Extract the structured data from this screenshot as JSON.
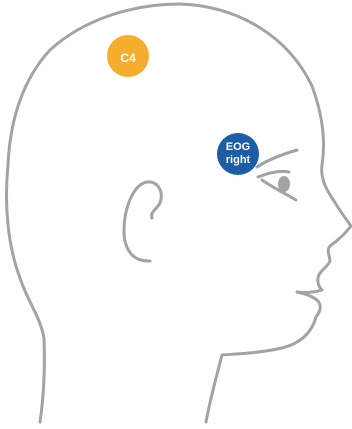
{
  "electrodes": [
    {
      "id": "c4",
      "lines": [
        "C4"
      ],
      "color": "#f4ad2c"
    },
    {
      "id": "eog-right",
      "lines": [
        "EOG",
        "right"
      ],
      "color": "#1c5da6"
    }
  ],
  "colors": {
    "outline": "#a3a3a5",
    "background": "#ffffff"
  }
}
